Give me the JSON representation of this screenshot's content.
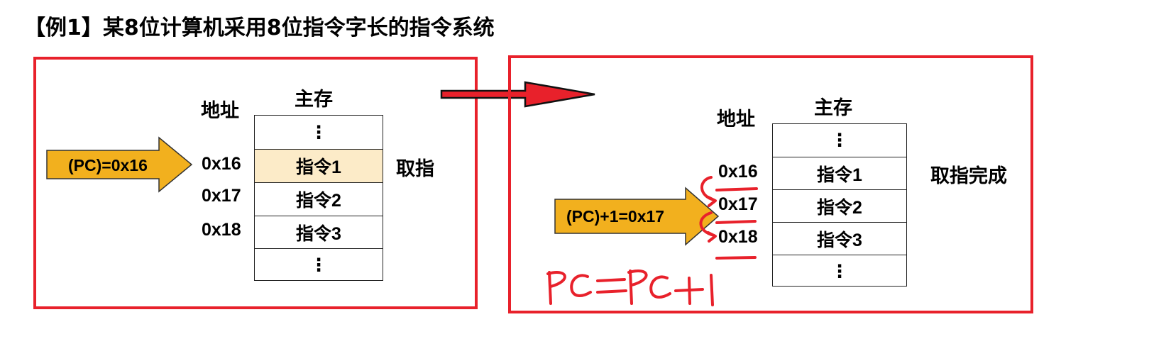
{
  "title": "【例1】某8位计算机采用8位指令字长的指令系统",
  "left_panel": {
    "addr_header": "地址",
    "mem_header": "主存",
    "pc_label": "(PC)=0x16",
    "addresses": [
      "0x16",
      "0x17",
      "0x18"
    ],
    "cells": [
      "⋮",
      "指令1",
      "指令2",
      "指令3",
      "⋮"
    ],
    "highlighted_cell_index": 1,
    "side_label": "取指"
  },
  "right_panel": {
    "addr_header": "地址",
    "mem_header": "主存",
    "pc_label": "(PC)+1=0x17",
    "addresses": [
      "0x16",
      "0x17",
      "0x18"
    ],
    "cells": [
      "⋮",
      "指令1",
      "指令2",
      "指令3",
      "⋮"
    ],
    "side_label": "取指完成",
    "handwritten_note": "PC=PC+1"
  },
  "colors": {
    "panel_border": "#e8212b",
    "pc_arrow_fill": "#f2b01e",
    "highlight_fill": "#fcebc8",
    "annotation_red": "#e8212b"
  }
}
